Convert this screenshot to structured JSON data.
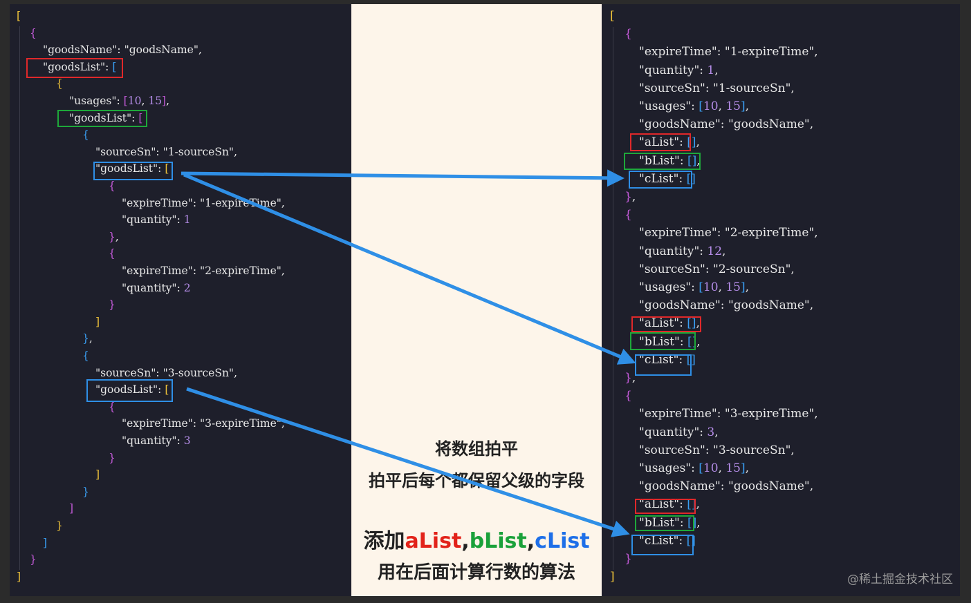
{
  "left": {
    "lines": [
      {
        "indent": 0,
        "parts": [
          [
            "by",
            "["
          ]
        ]
      },
      {
        "indent": 1,
        "parts": [
          [
            "bp",
            "{"
          ]
        ]
      },
      {
        "indent": 2,
        "parts": [
          [
            "k",
            "\"goodsName\""
          ],
          [
            "p",
            ": "
          ],
          [
            "s",
            "\"goodsName\""
          ],
          [
            "p",
            ","
          ]
        ]
      },
      {
        "indent": 2,
        "parts": [
          [
            "k",
            "\"goodsList\""
          ],
          [
            "p",
            ": "
          ],
          [
            "bb",
            "["
          ]
        ]
      },
      {
        "indent": 3,
        "parts": [
          [
            "by",
            "{"
          ]
        ]
      },
      {
        "indent": 4,
        "parts": [
          [
            "k",
            "\"usages\""
          ],
          [
            "p",
            ": "
          ],
          [
            "bp",
            "["
          ],
          [
            "n",
            "10"
          ],
          [
            "p",
            ", "
          ],
          [
            "n",
            "15"
          ],
          [
            "bp",
            "]"
          ],
          [
            "p",
            ","
          ]
        ]
      },
      {
        "indent": 4,
        "parts": [
          [
            "k",
            "\"goodsList\""
          ],
          [
            "p",
            ": "
          ],
          [
            "bp",
            "["
          ]
        ]
      },
      {
        "indent": 5,
        "parts": [
          [
            "bb",
            "{"
          ]
        ]
      },
      {
        "indent": 6,
        "parts": [
          [
            "k",
            "\"sourceSn\""
          ],
          [
            "p",
            ": "
          ],
          [
            "s",
            "\"1-sourceSn\""
          ],
          [
            "p",
            ","
          ]
        ]
      },
      {
        "indent": 6,
        "parts": [
          [
            "k",
            "\"goodsList\""
          ],
          [
            "p",
            ": "
          ],
          [
            "by",
            "["
          ]
        ]
      },
      {
        "indent": 7,
        "parts": [
          [
            "bp",
            "{"
          ]
        ]
      },
      {
        "indent": 8,
        "parts": [
          [
            "k",
            "\"expireTime\""
          ],
          [
            "p",
            ": "
          ],
          [
            "s",
            "\"1-expireTime\""
          ],
          [
            "p",
            ","
          ]
        ]
      },
      {
        "indent": 8,
        "parts": [
          [
            "k",
            "\"quantity\""
          ],
          [
            "p",
            ": "
          ],
          [
            "n",
            "1"
          ]
        ]
      },
      {
        "indent": 7,
        "parts": [
          [
            "bp",
            "}"
          ],
          [
            "p",
            ","
          ]
        ]
      },
      {
        "indent": 7,
        "parts": [
          [
            "bp",
            "{"
          ]
        ]
      },
      {
        "indent": 8,
        "parts": [
          [
            "k",
            "\"expireTime\""
          ],
          [
            "p",
            ": "
          ],
          [
            "s",
            "\"2-expireTime\""
          ],
          [
            "p",
            ","
          ]
        ]
      },
      {
        "indent": 8,
        "parts": [
          [
            "k",
            "\"quantity\""
          ],
          [
            "p",
            ": "
          ],
          [
            "n",
            "2"
          ]
        ]
      },
      {
        "indent": 7,
        "parts": [
          [
            "bp",
            "}"
          ]
        ]
      },
      {
        "indent": 6,
        "parts": [
          [
            "by",
            "]"
          ]
        ]
      },
      {
        "indent": 5,
        "parts": [
          [
            "bb",
            "}"
          ],
          [
            "p",
            ","
          ]
        ]
      },
      {
        "indent": 5,
        "parts": [
          [
            "bb",
            "{"
          ]
        ]
      },
      {
        "indent": 6,
        "parts": [
          [
            "k",
            "\"sourceSn\""
          ],
          [
            "p",
            ": "
          ],
          [
            "s",
            "\"3-sourceSn\""
          ],
          [
            "p",
            ","
          ]
        ]
      },
      {
        "indent": 6,
        "parts": [
          [
            "k",
            "\"goodsList\""
          ],
          [
            "p",
            ": "
          ],
          [
            "by",
            "["
          ]
        ]
      },
      {
        "indent": 7,
        "parts": [
          [
            "bp",
            "{"
          ]
        ]
      },
      {
        "indent": 8,
        "parts": [
          [
            "k",
            "\"expireTime\""
          ],
          [
            "p",
            ": "
          ],
          [
            "s",
            "\"3-expireTime\""
          ],
          [
            "p",
            ","
          ]
        ]
      },
      {
        "indent": 8,
        "parts": [
          [
            "k",
            "\"quantity\""
          ],
          [
            "p",
            ": "
          ],
          [
            "n",
            "3"
          ]
        ]
      },
      {
        "indent": 7,
        "parts": [
          [
            "bp",
            "}"
          ]
        ]
      },
      {
        "indent": 6,
        "parts": [
          [
            "by",
            "]"
          ]
        ]
      },
      {
        "indent": 5,
        "parts": [
          [
            "bb",
            "}"
          ]
        ]
      },
      {
        "indent": 4,
        "parts": [
          [
            "bp",
            "]"
          ]
        ]
      },
      {
        "indent": 3,
        "parts": [
          [
            "by",
            "}"
          ]
        ]
      },
      {
        "indent": 2,
        "parts": [
          [
            "bb",
            "]"
          ]
        ]
      },
      {
        "indent": 1,
        "parts": [
          [
            "bp",
            "}"
          ]
        ]
      },
      {
        "indent": 0,
        "parts": [
          [
            "by",
            "]"
          ]
        ]
      }
    ]
  },
  "right": {
    "lines": [
      {
        "indent": 0,
        "parts": [
          [
            "by",
            "["
          ]
        ]
      },
      {
        "indent": 1,
        "parts": [
          [
            "bp",
            "{"
          ]
        ]
      },
      {
        "indent": 2,
        "parts": [
          [
            "k",
            "\"expireTime\""
          ],
          [
            "p",
            ": "
          ],
          [
            "s",
            "\"1-expireTime\""
          ],
          [
            "p",
            ","
          ]
        ]
      },
      {
        "indent": 2,
        "parts": [
          [
            "k",
            "\"quantity\""
          ],
          [
            "p",
            ": "
          ],
          [
            "n",
            "1"
          ],
          [
            "p",
            ","
          ]
        ]
      },
      {
        "indent": 2,
        "parts": [
          [
            "k",
            "\"sourceSn\""
          ],
          [
            "p",
            ": "
          ],
          [
            "s",
            "\"1-sourceSn\""
          ],
          [
            "p",
            ","
          ]
        ]
      },
      {
        "indent": 2,
        "parts": [
          [
            "k",
            "\"usages\""
          ],
          [
            "p",
            ": "
          ],
          [
            "bb",
            "["
          ],
          [
            "n",
            "10"
          ],
          [
            "p",
            ", "
          ],
          [
            "n",
            "15"
          ],
          [
            "bb",
            "]"
          ],
          [
            "p",
            ","
          ]
        ]
      },
      {
        "indent": 2,
        "parts": [
          [
            "k",
            "\"goodsName\""
          ],
          [
            "p",
            ": "
          ],
          [
            "s",
            "\"goodsName\""
          ],
          [
            "p",
            ","
          ]
        ]
      },
      {
        "indent": 2,
        "parts": [
          [
            "k",
            "\"aList\""
          ],
          [
            "p",
            ": "
          ],
          [
            "bb",
            "[]"
          ],
          [
            "p",
            ","
          ]
        ]
      },
      {
        "indent": 2,
        "parts": [
          [
            "k",
            "\"bList\""
          ],
          [
            "p",
            ": "
          ],
          [
            "bb",
            "[]"
          ],
          [
            "p",
            ","
          ]
        ]
      },
      {
        "indent": 2,
        "parts": [
          [
            "k",
            "\"cList\""
          ],
          [
            "p",
            ": "
          ],
          [
            "bb",
            "[]"
          ]
        ]
      },
      {
        "indent": 1,
        "parts": [
          [
            "bp",
            "}"
          ],
          [
            "p",
            ","
          ]
        ]
      },
      {
        "indent": 1,
        "parts": [
          [
            "bp",
            "{"
          ]
        ]
      },
      {
        "indent": 2,
        "parts": [
          [
            "k",
            "\"expireTime\""
          ],
          [
            "p",
            ": "
          ],
          [
            "s",
            "\"2-expireTime\""
          ],
          [
            "p",
            ","
          ]
        ]
      },
      {
        "indent": 2,
        "parts": [
          [
            "k",
            "\"quantity\""
          ],
          [
            "p",
            ": "
          ],
          [
            "n",
            "12"
          ],
          [
            "p",
            ","
          ]
        ]
      },
      {
        "indent": 2,
        "parts": [
          [
            "k",
            "\"sourceSn\""
          ],
          [
            "p",
            ": "
          ],
          [
            "s",
            "\"2-sourceSn\""
          ],
          [
            "p",
            ","
          ]
        ]
      },
      {
        "indent": 2,
        "parts": [
          [
            "k",
            "\"usages\""
          ],
          [
            "p",
            ": "
          ],
          [
            "bb",
            "["
          ],
          [
            "n",
            "10"
          ],
          [
            "p",
            ", "
          ],
          [
            "n",
            "15"
          ],
          [
            "bb",
            "]"
          ],
          [
            "p",
            ","
          ]
        ]
      },
      {
        "indent": 2,
        "parts": [
          [
            "k",
            "\"goodsName\""
          ],
          [
            "p",
            ": "
          ],
          [
            "s",
            "\"goodsName\""
          ],
          [
            "p",
            ","
          ]
        ]
      },
      {
        "indent": 2,
        "parts": [
          [
            "k",
            "\"aList\""
          ],
          [
            "p",
            ": "
          ],
          [
            "bb",
            "[]"
          ],
          [
            "p",
            ","
          ]
        ]
      },
      {
        "indent": 2,
        "parts": [
          [
            "k",
            "\"bList\""
          ],
          [
            "p",
            ": "
          ],
          [
            "bb",
            "[]"
          ],
          [
            "p",
            ","
          ]
        ]
      },
      {
        "indent": 2,
        "parts": [
          [
            "k",
            "\"cList\""
          ],
          [
            "p",
            ": "
          ],
          [
            "bb",
            "[]"
          ]
        ]
      },
      {
        "indent": 1,
        "parts": [
          [
            "bp",
            "}"
          ],
          [
            "p",
            ","
          ]
        ]
      },
      {
        "indent": 1,
        "parts": [
          [
            "bp",
            "{"
          ]
        ]
      },
      {
        "indent": 2,
        "parts": [
          [
            "k",
            "\"expireTime\""
          ],
          [
            "p",
            ": "
          ],
          [
            "s",
            "\"3-expireTime\""
          ],
          [
            "p",
            ","
          ]
        ]
      },
      {
        "indent": 2,
        "parts": [
          [
            "k",
            "\"quantity\""
          ],
          [
            "p",
            ": "
          ],
          [
            "n",
            "3"
          ],
          [
            "p",
            ","
          ]
        ]
      },
      {
        "indent": 2,
        "parts": [
          [
            "k",
            "\"sourceSn\""
          ],
          [
            "p",
            ": "
          ],
          [
            "s",
            "\"3-sourceSn\""
          ],
          [
            "p",
            ","
          ]
        ]
      },
      {
        "indent": 2,
        "parts": [
          [
            "k",
            "\"usages\""
          ],
          [
            "p",
            ": "
          ],
          [
            "bb",
            "["
          ],
          [
            "n",
            "10"
          ],
          [
            "p",
            ", "
          ],
          [
            "n",
            "15"
          ],
          [
            "bb",
            "]"
          ],
          [
            "p",
            ","
          ]
        ]
      },
      {
        "indent": 2,
        "parts": [
          [
            "k",
            "\"goodsName\""
          ],
          [
            "p",
            ": "
          ],
          [
            "s",
            "\"goodsName\""
          ],
          [
            "p",
            ","
          ]
        ]
      },
      {
        "indent": 2,
        "parts": [
          [
            "k",
            "\"aList\""
          ],
          [
            "p",
            ": "
          ],
          [
            "bb",
            "[]"
          ],
          [
            "p",
            ","
          ]
        ]
      },
      {
        "indent": 2,
        "parts": [
          [
            "k",
            "\"bList\""
          ],
          [
            "p",
            ": "
          ],
          [
            "bb",
            "[]"
          ],
          [
            "p",
            ","
          ]
        ]
      },
      {
        "indent": 2,
        "parts": [
          [
            "k",
            "\"cList\""
          ],
          [
            "p",
            ": "
          ],
          [
            "bb",
            "[]"
          ]
        ]
      },
      {
        "indent": 1,
        "parts": [
          [
            "bp",
            "}"
          ]
        ]
      },
      {
        "indent": 0,
        "parts": [
          [
            "by",
            "]"
          ]
        ]
      }
    ]
  },
  "captions": {
    "line1": "将数组拍平",
    "line2": "拍平后每个都保留父级的字段",
    "line3_prefix": "添加",
    "line3_a": "aList",
    "line3_sep1": ",",
    "line3_b": "bList",
    "line3_sep2": ",",
    "line3_c": "cList",
    "line4": "用在后面计算行数的算法"
  },
  "watermark": "@稀土掘金技术社区",
  "colors": {
    "red": "#e0282a",
    "green": "#1ea83a",
    "blue": "#2f8fe6",
    "arrow": "#2f8fe6"
  }
}
